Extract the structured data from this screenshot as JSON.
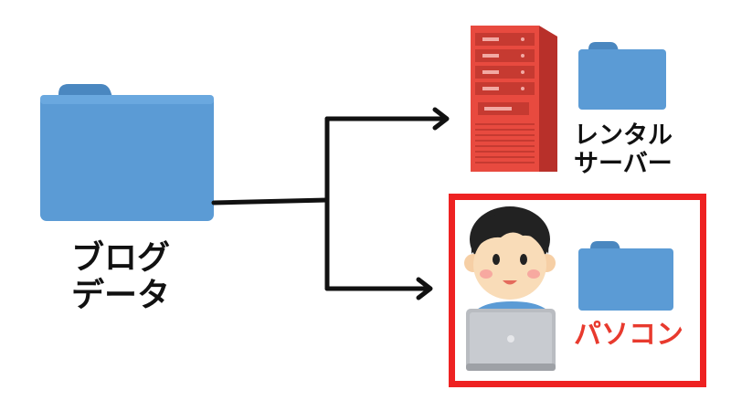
{
  "source": {
    "label_lines": [
      "ブログ",
      "データ"
    ]
  },
  "targets": {
    "server": {
      "label_lines": [
        "レンタル",
        "サーバー"
      ]
    },
    "pc": {
      "label_lines": [
        "パソコン"
      ]
    }
  },
  "colors": {
    "folder": "#5b9bd5",
    "folder_dark": "#4a87c0",
    "server": "#e84a3f",
    "highlight": "#ee2222",
    "pc_label": "#e83a2e",
    "arrow": "#111111"
  },
  "icons": [
    "folder-icon",
    "server-icon",
    "person-with-laptop-icon",
    "arrow-icon"
  ]
}
